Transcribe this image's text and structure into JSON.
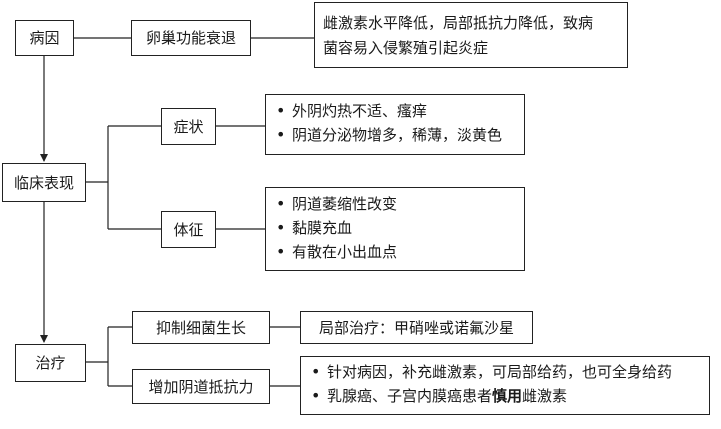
{
  "cause": {
    "label": "病因",
    "factor": "卵巢功能衰退",
    "detail_line1": "雌激素水平降低，局部抵抗力降低，致病",
    "detail_line2": "菌容易入侵繁殖引起炎症"
  },
  "clinical": {
    "label": "临床表现",
    "symptoms": {
      "label": "症状",
      "items": [
        "外阴灼热不适、瘙痒",
        "阴道分泌物增多，稀薄，淡黄色"
      ]
    },
    "signs": {
      "label": "体征",
      "items": [
        "阴道萎缩性改变",
        "黏膜充血",
        "有散在小出血点"
      ]
    }
  },
  "treatment": {
    "label": "治疗",
    "inhibit": {
      "label": "抑制细菌生长",
      "detail": "局部治疗：甲硝唑或诺氟沙星"
    },
    "resistance": {
      "label": "增加阴道抵抗力",
      "item1": "针对病因，补充雌激素，可局部给药，也可全身给药",
      "item2_prefix": "乳腺癌、子宫内膜癌患者",
      "item2_emphasis": "慎用",
      "item2_suffix": "雌激素"
    }
  }
}
